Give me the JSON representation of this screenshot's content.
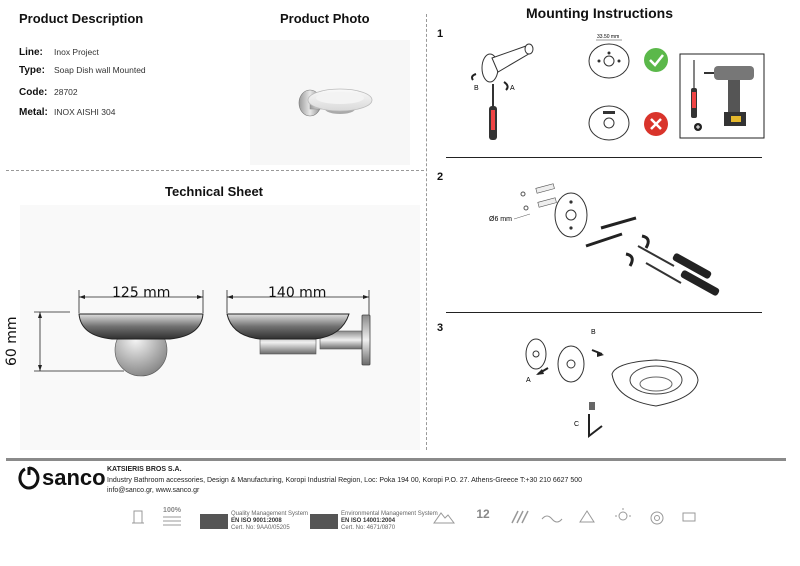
{
  "product_description": {
    "title": "Product Description",
    "rows": [
      {
        "label": "Line:",
        "value": "Inox Project"
      },
      {
        "label": "Type:",
        "value": "Soap Dish wall Mounted"
      },
      {
        "label": "Code:",
        "value": "28702"
      },
      {
        "label": "Metal:",
        "value": "INOX AISHI 304"
      }
    ]
  },
  "product_photo": {
    "title": "Product Photo"
  },
  "technical_sheet": {
    "title": "Technical Sheet",
    "dims": {
      "width_front": "125 mm",
      "width_side": "140 mm",
      "height": "60 mm"
    }
  },
  "mounting": {
    "title": "Mounting Instructions",
    "steps": [
      "1",
      "2",
      "3"
    ],
    "step1": {
      "label_a": "A",
      "label_b": "B",
      "measure": "33.50 mm"
    },
    "step2": {
      "drill": "Ø6 mm"
    },
    "step3": {
      "label_a": "A",
      "label_b": "B",
      "label_c": "C"
    }
  },
  "footer": {
    "logo": "sanco",
    "company": "KATSIERIS BROS S.A.",
    "line1": "Industry Bathroom accessories, Design & Manufacturing, Koropi Industrial Region, Loc: Poka 194 00, Koropi P.O. 27. Athens-Greece   T:+30 210 6627 500",
    "line2": "info@sanco.gr, www.sanco.gr",
    "cert1": {
      "title": "Quality Management System",
      "std": "EN ISO 9001:2008",
      "cert": "Cert. No: 9AA0/05205"
    },
    "cert2": {
      "title": "Environmental Management System",
      "std": "EN ISO 14001:2004",
      "cert": "Cert. No: 4671/0870"
    },
    "badge_100": "100%",
    "badge_12": "12"
  }
}
